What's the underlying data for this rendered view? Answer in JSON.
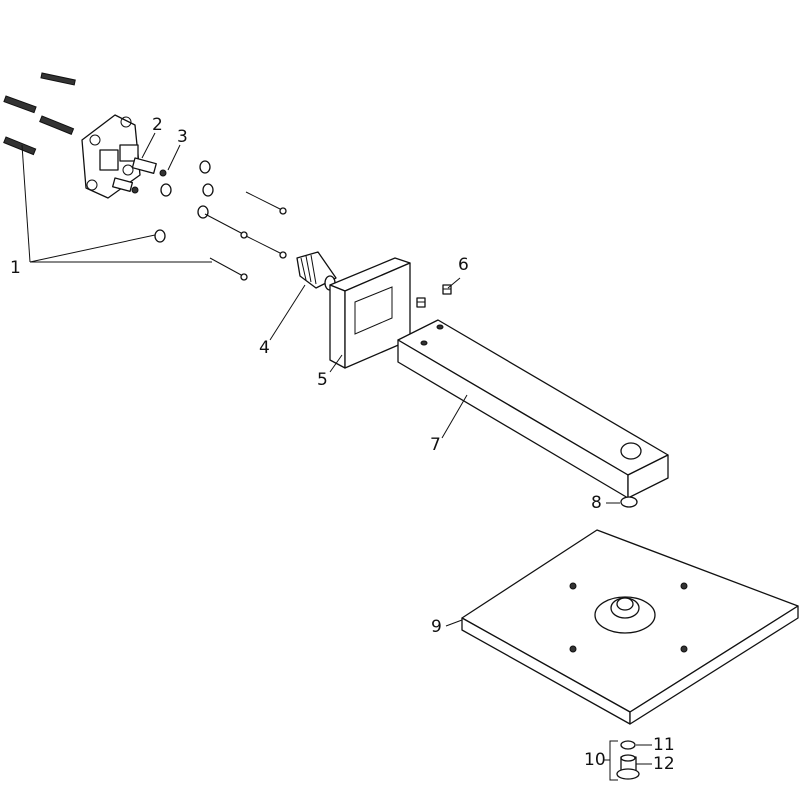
{
  "diagram": {
    "title": "Exploded parts view - overhead shower with wall arm",
    "callouts": [
      {
        "id": "1",
        "label": "1"
      },
      {
        "id": "2",
        "label": "2"
      },
      {
        "id": "3",
        "label": "3"
      },
      {
        "id": "4",
        "label": "4"
      },
      {
        "id": "5",
        "label": "5"
      },
      {
        "id": "6",
        "label": "6"
      },
      {
        "id": "7",
        "label": "7"
      },
      {
        "id": "8",
        "label": "8"
      },
      {
        "id": "9",
        "label": "9"
      },
      {
        "id": "10",
        "label": "10"
      },
      {
        "id": "11",
        "label": "11"
      },
      {
        "id": "12",
        "label": "12"
      }
    ],
    "line_color": "#111111"
  }
}
